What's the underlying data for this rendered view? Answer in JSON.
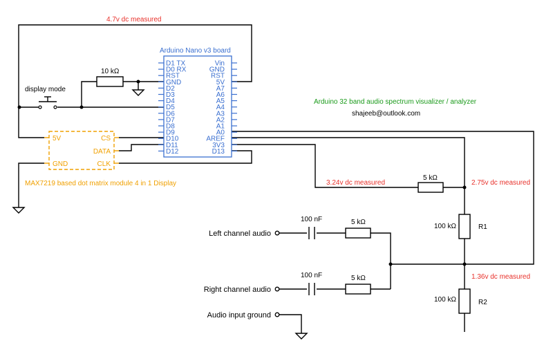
{
  "measurements": {
    "top_wire": "4.7v dc measured",
    "aref": "3.24v  dc measured",
    "r1_top": "2.75v dc measured",
    "r2_top": "1.36v dc measured"
  },
  "arduino": {
    "title": "Arduino Nano v3 board",
    "left_pins": [
      "D1 TX",
      "D0 RX",
      "RST",
      "GND",
      "D2",
      "D3",
      "D4",
      "D5",
      "D6",
      "D7",
      "D8",
      "D9",
      "D10",
      "D11",
      "D12"
    ],
    "right_pins": [
      "Vin",
      "GND",
      "RST",
      "5V",
      "A7",
      "A6",
      "A5",
      "A4",
      "A3",
      "A2",
      "A1",
      "A0",
      "AREF",
      "3V3",
      "D13"
    ]
  },
  "max7219": {
    "caption": "MAX7219 based dot matrix module 4 in 1 Display",
    "pins_left": [
      "5V",
      "GND"
    ],
    "pins_right": [
      "CS",
      "DATA",
      "CLK"
    ]
  },
  "labels": {
    "display_mode": "display mode",
    "r_pulldown": "10 kΩ",
    "project_title": "Arduino 32 band audio spectrum visualizer / analyzer",
    "author_email": "shajeeb@outlook.com",
    "r_aref": "5 kΩ",
    "r1_value": "100 kΩ",
    "r1_name": "R1",
    "r2_value": "100 kΩ",
    "r2_name": "R2",
    "cap_left": "100 nF",
    "cap_right": "100 nF",
    "r_left": "5 kΩ",
    "r_right": "5 kΩ",
    "left_audio": "Left channel audio",
    "right_audio": "Right channel audio",
    "audio_ground": "Audio input ground"
  },
  "colors": {
    "measured": "#e8302a",
    "title": "#1a9a1a",
    "arduino": "#3a6fd0",
    "max7219": "#f0a000"
  }
}
